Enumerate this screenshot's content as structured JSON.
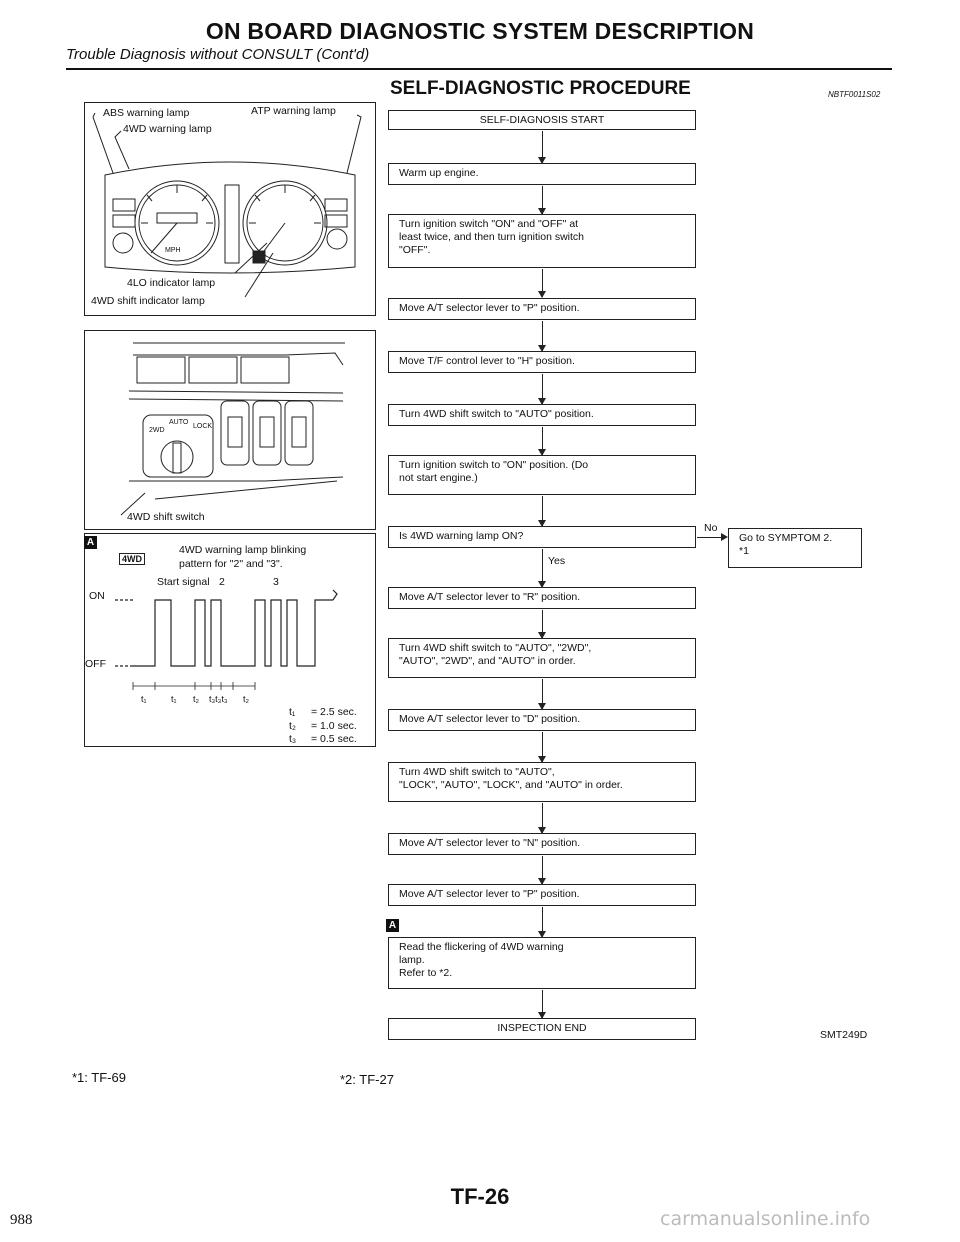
{
  "header": {
    "title": "ON BOARD DIAGNOSTIC SYSTEM DESCRIPTION",
    "subtitle": "Trouble Diagnosis without CONSULT (Cont'd)",
    "section": "SELF-DIAGNOSTIC PROCEDURE",
    "ref_code": "NBTF0011S02"
  },
  "panel1": {
    "abs_label": "ABS warning lamp",
    "atp_label": "ATP warning lamp",
    "wd_label": "4WD warning lamp",
    "lo_label": "4LO indicator lamp",
    "shift_label": "4WD shift indicator lamp",
    "mph": "MPH"
  },
  "panel2": {
    "switch_label": "4WD shift switch",
    "knob_text": "AUTO",
    "wd2_text": "2WD",
    "lock_text": "LOCK"
  },
  "panel3": {
    "badge": "A",
    "lamp_icon_text": "4WD",
    "desc_line1": "4WD warning lamp blinking",
    "desc_line2": "pattern for \"2\" and \"3\".",
    "start_signal": "Start signal",
    "num2": "2",
    "num3": "3",
    "on": "ON",
    "off": "OFF",
    "t_labels": [
      "t₁",
      "t₁",
      "t₂",
      "t₃t₃t₃",
      "t₂"
    ],
    "timing": [
      {
        "name": "t₁",
        "value": "= 2.5 sec."
      },
      {
        "name": "t₂",
        "value": "= 1.0 sec."
      },
      {
        "name": "t₃",
        "value": "= 0.5 sec."
      }
    ]
  },
  "flow": {
    "start": "SELF-DIAGNOSIS START",
    "s1": "Warm up engine.",
    "s2": [
      "Turn ignition switch \"ON\" and \"OFF\" at",
      "least twice, and then turn ignition switch",
      "\"OFF\"."
    ],
    "s3": "Move A/T selector lever to \"P\" position.",
    "s4": "Move T/F control lever to \"H\" position.",
    "s5": "Turn 4WD shift switch to \"AUTO\" position.",
    "s6": [
      "Turn ignition switch to \"ON\" position. (Do",
      "not start engine.)"
    ],
    "q1": "Is 4WD warning lamp ON?",
    "yes": "Yes",
    "no": "No",
    "no_box": [
      "Go to SYMPTOM 2.",
      "*1"
    ],
    "s7": "Move A/T selector lever to \"R\" position.",
    "s8": [
      "Turn 4WD shift switch to \"AUTO\", \"2WD\",",
      "\"AUTO\", \"2WD\", and \"AUTO\" in order."
    ],
    "s9": "Move A/T selector lever to \"D\" position.",
    "s10": [
      "Turn 4WD shift switch to \"AUTO\",",
      "\"LOCK\", \"AUTO\", \"LOCK\", and \"AUTO\" in order."
    ],
    "s11": "Move A/T selector lever to \"N\" position.",
    "s12": "Move A/T selector lever to \"P\" position.",
    "badge": "A",
    "s13": [
      "Read the flickering of 4WD warning",
      "lamp.",
      "Refer to *2."
    ],
    "end": "INSPECTION END"
  },
  "figure_code": "SMT249D",
  "footnotes": {
    "n1": "*1:  TF-69",
    "n2": "*2:  TF-27"
  },
  "page": "TF-26",
  "left_number": "988",
  "watermark": "carmanualsonline.info"
}
